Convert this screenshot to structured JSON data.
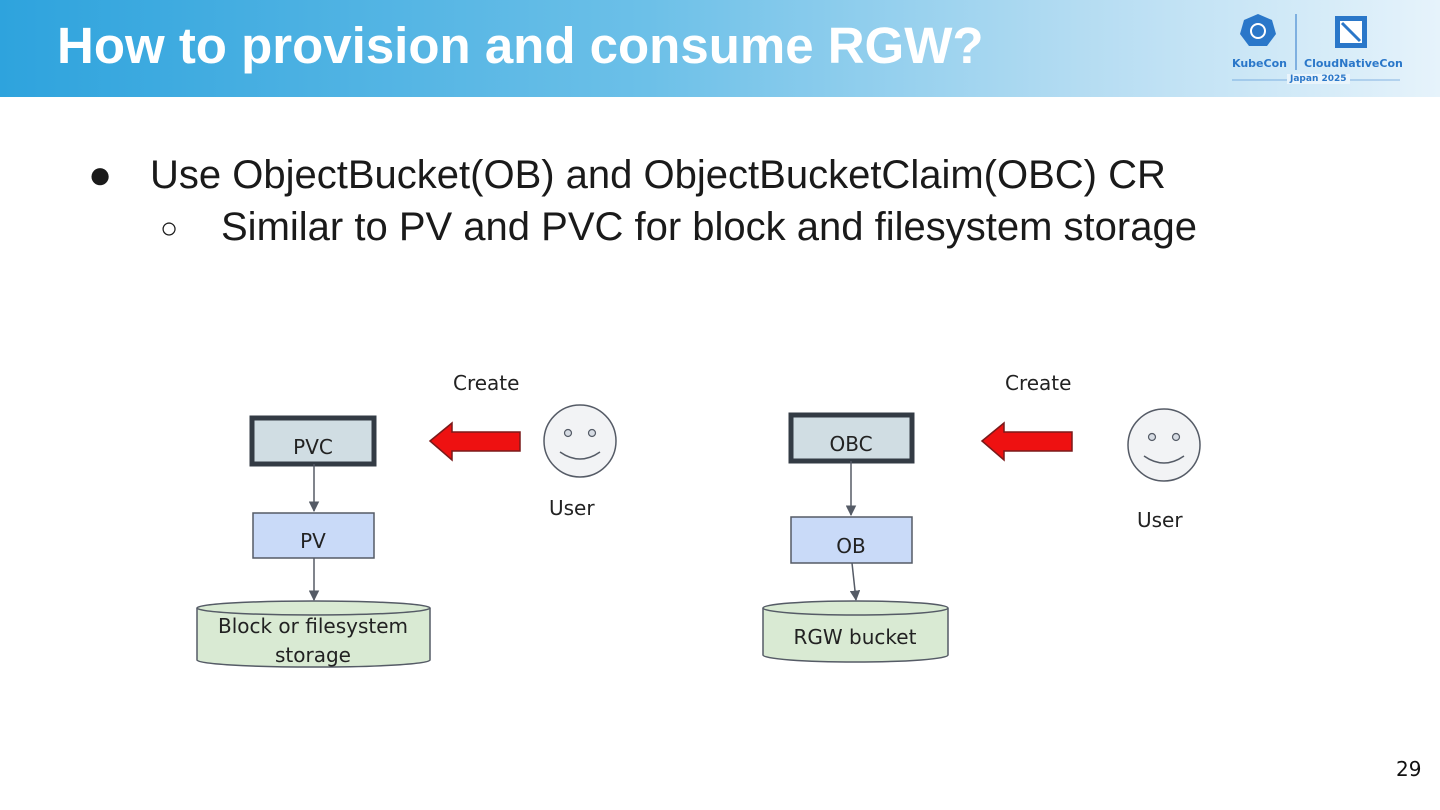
{
  "slide": {
    "title": "How to provision and consume RGW?",
    "page_number": "29",
    "bullets": {
      "level1": "Use ObjectBucket(OB) and ObjectBucketClaim(OBC) CR",
      "level2": "Similar to PV and PVC for block and filesystem storage"
    }
  },
  "logo": {
    "left": "KubeCon",
    "right": "CloudNativeCon",
    "event": "Japan 2025"
  },
  "diagram": {
    "left": {
      "action": "Create",
      "actor": "User",
      "claim": "PVC",
      "volume": "PV",
      "storage_line1": "Block or filesystem",
      "storage_line2": "storage"
    },
    "right": {
      "action": "Create",
      "actor": "User",
      "claim": "OBC",
      "volume": "OB",
      "storage_line1": "RGW bucket"
    }
  },
  "colors": {
    "header_start": "#2ea3dd",
    "claim_fill": "#d0dde3",
    "volume_fill": "#c9daf8",
    "storage_fill": "#d9ead3",
    "arrow_red": "#ee1111"
  }
}
